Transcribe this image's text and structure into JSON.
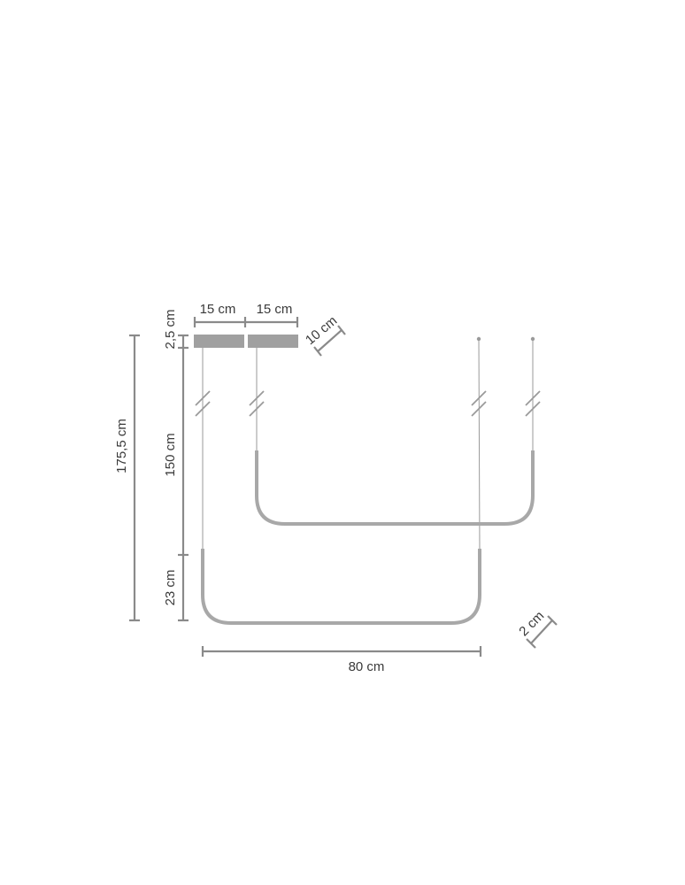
{
  "diagram": {
    "labels": {
      "total_height": "175,5 cm",
      "canopy_height": "2,5 cm",
      "cable_length": "150 cm",
      "u_height": "23 cm",
      "canopy_width_left": "15 cm",
      "canopy_width_right": "15 cm",
      "canopy_depth": "10 cm",
      "fixture_width": "80 cm",
      "tube_diameter": "2 cm"
    },
    "colors": {
      "line": "#a8a8a8",
      "dimension": "#8a8a8a",
      "text": "#3a3a3a"
    }
  }
}
